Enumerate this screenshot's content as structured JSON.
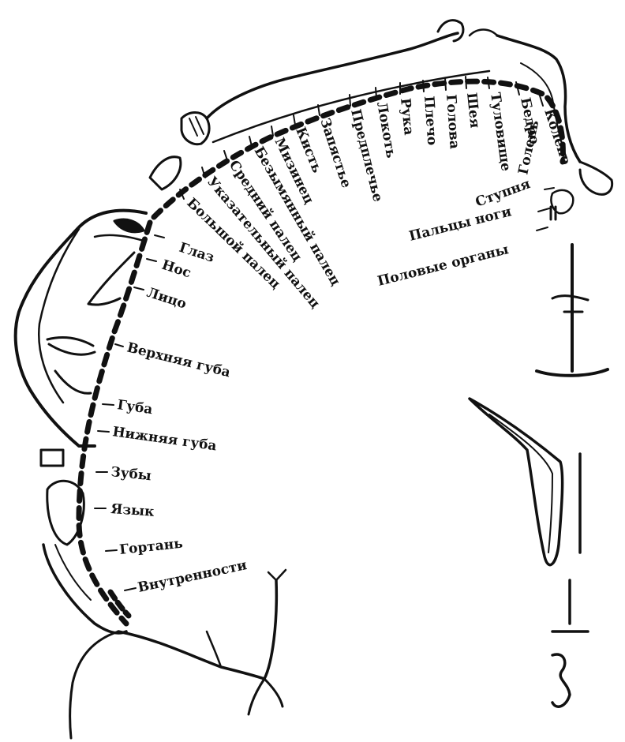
{
  "diagram": {
    "line_color": "#111111",
    "background": "#ffffff",
    "labels": {
      "genitals": "Половые органы",
      "toes": "Пальцы ноги",
      "foot": "Ступня",
      "ankle": "Голень",
      "knee": "Колено",
      "hip": "Бедро",
      "trunk": "Туловище",
      "neck": "Шея",
      "head": "Голова",
      "shoulder": "Плечо",
      "arm": "Рука",
      "elbow": "Локоть",
      "forearm": "Предплечье",
      "wrist": "Запястье",
      "hand": "Кисть",
      "little_finger": "Мизинец",
      "ring_finger": "Безымянный палец",
      "middle_finger": "Средний палец",
      "index_finger": "Указательный палец",
      "thumb": "Большой палец",
      "eye": "Глаз",
      "nose": "Нос",
      "face": "Лицо",
      "upper_lip": "Верхняя губа",
      "lip": "Губа",
      "lower_lip": "Нижняя губа",
      "teeth": "Зубы",
      "tongue": "Язык",
      "larynx": "Гортань",
      "viscera": "Внутренности"
    }
  }
}
